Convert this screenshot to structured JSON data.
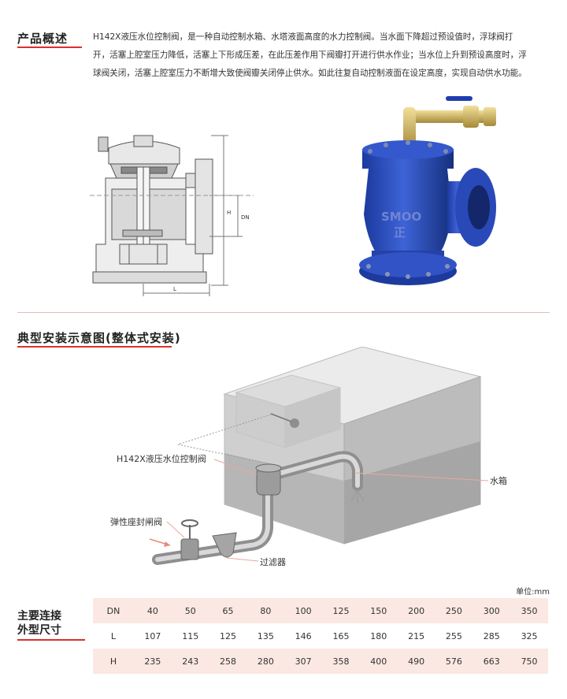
{
  "overview": {
    "title": "产品概述",
    "lines": [
      "H142X液压水位控制阀，是一种自动控制水箱、水塔液面高度的水力控制阀。当水面下降超过预设值时，浮球阀打",
      "开，活塞上腔室压力降低，活塞上下形成压差，在此压差作用下阀瓣打开进行供水作业；当水位上升到预设高度时，浮",
      "球阀关闭，活塞上腔室压力不断增大致使阀瓣关闭停止供水。如此往复自动控制液面在设定高度，实现自动供水功能。"
    ]
  },
  "drawing": {
    "h_label": "H",
    "dn_label": "DN",
    "l_label": "L"
  },
  "valve_photo": {
    "body_text": "SMOO",
    "brand": "正"
  },
  "install": {
    "title": "典型安装示意图(整体式安装)",
    "labels": {
      "control_valve": "H142X液压水位控制阀",
      "tank": "水箱",
      "gate_valve": "弹性座封闸阀",
      "filter": "过滤器"
    }
  },
  "dimensions": {
    "title_line1": "主要连接",
    "title_line2": "外型尺寸",
    "unit": "单位:mm",
    "rows": [
      {
        "header": "DN",
        "values": [
          "40",
          "50",
          "65",
          "80",
          "100",
          "125",
          "150",
          "200",
          "250",
          "300",
          "350"
        ]
      },
      {
        "header": "L",
        "values": [
          "107",
          "115",
          "125",
          "135",
          "146",
          "165",
          "180",
          "215",
          "255",
          "285",
          "325"
        ]
      },
      {
        "header": "H",
        "values": [
          "235",
          "243",
          "258",
          "280",
          "307",
          "358",
          "400",
          "490",
          "576",
          "663",
          "750"
        ]
      }
    ]
  }
}
